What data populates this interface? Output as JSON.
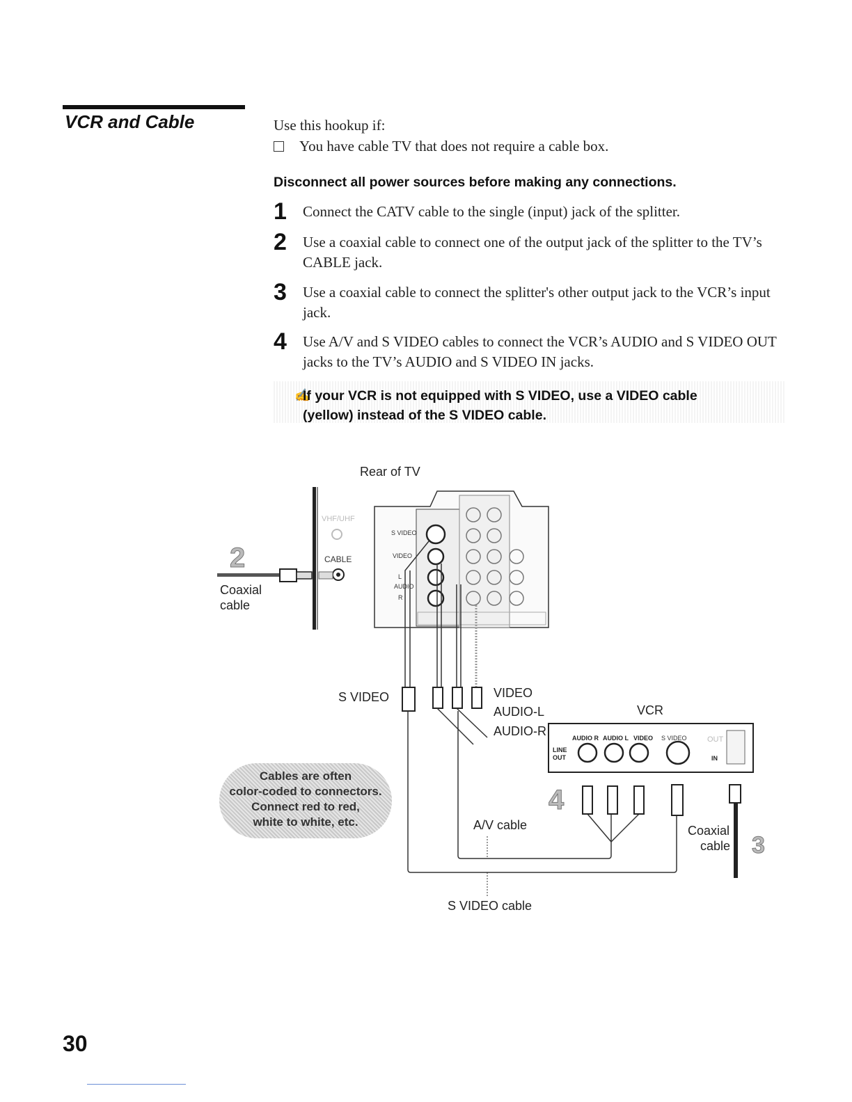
{
  "section": {
    "title": "VCR and Cable"
  },
  "intro": {
    "lead": "Use this hookup if:",
    "bullet": "You have cable TV that does not require a cable box."
  },
  "warning": "Disconnect all power sources before making any connections.",
  "steps": [
    {
      "num": "1",
      "text": "Connect the CATV cable to the single (input) jack of the splitter."
    },
    {
      "num": "2",
      "text": "Use a coaxial cable to connect one of the output jack of the splitter to the TV’s CABLE jack."
    },
    {
      "num": "3",
      "text": "Use a coaxial cable to connect the splitter's other output jack to the VCR’s input jack."
    },
    {
      "num": "4",
      "text": "Use A/V and S VIDEO cables to connect the VCR’s AUDIO and S VIDEO OUT jacks to the TV’s AUDIO and S VIDEO IN jacks."
    }
  ],
  "note": {
    "line1": "If your VCR is not equipped with S VIDEO, use a VIDEO cable",
    "line2": "(yellow) instead of the S VIDEO cable."
  },
  "diagram": {
    "rear_of_tv": "Rear of TV",
    "coaxial_cable_left_1": "Coaxial",
    "coaxial_cable_left_2": "cable",
    "cable_jack": "CABLE",
    "vhf_uhf": "VHF/UHF",
    "s_video_label": "S VIDEO",
    "video_label": "VIDEO",
    "audio_l_label": "AUDIO-L",
    "audio_r_label": "AUDIO-R",
    "vcr_label": "VCR",
    "av_cable": "A/V cable",
    "s_video_cable": "S VIDEO cable",
    "coaxial_cable_right_1": "Coaxial",
    "coaxial_cable_right_2": "cable",
    "step2_marker": "2",
    "step3_marker": "3",
    "step4_marker": "4",
    "vcr_panel": {
      "audio_r": "AUDIO R",
      "audio_l": "AUDIO L",
      "video": "VIDEO",
      "s_video": "S VIDEO",
      "line": "LINE",
      "out": "OUT",
      "out_rf": "OUT",
      "in_rf": "IN"
    },
    "tv_panel": {
      "s_video": "S VIDEO",
      "video": "VIDEO",
      "audio_l": "L",
      "audio_r": "R",
      "audio": "AUDIO"
    }
  },
  "callout": {
    "line1": "Cables are often",
    "line2": "color-coded to connectors.",
    "line3": "Connect red to red,",
    "line4": "white to white, etc."
  },
  "page_number": "30"
}
